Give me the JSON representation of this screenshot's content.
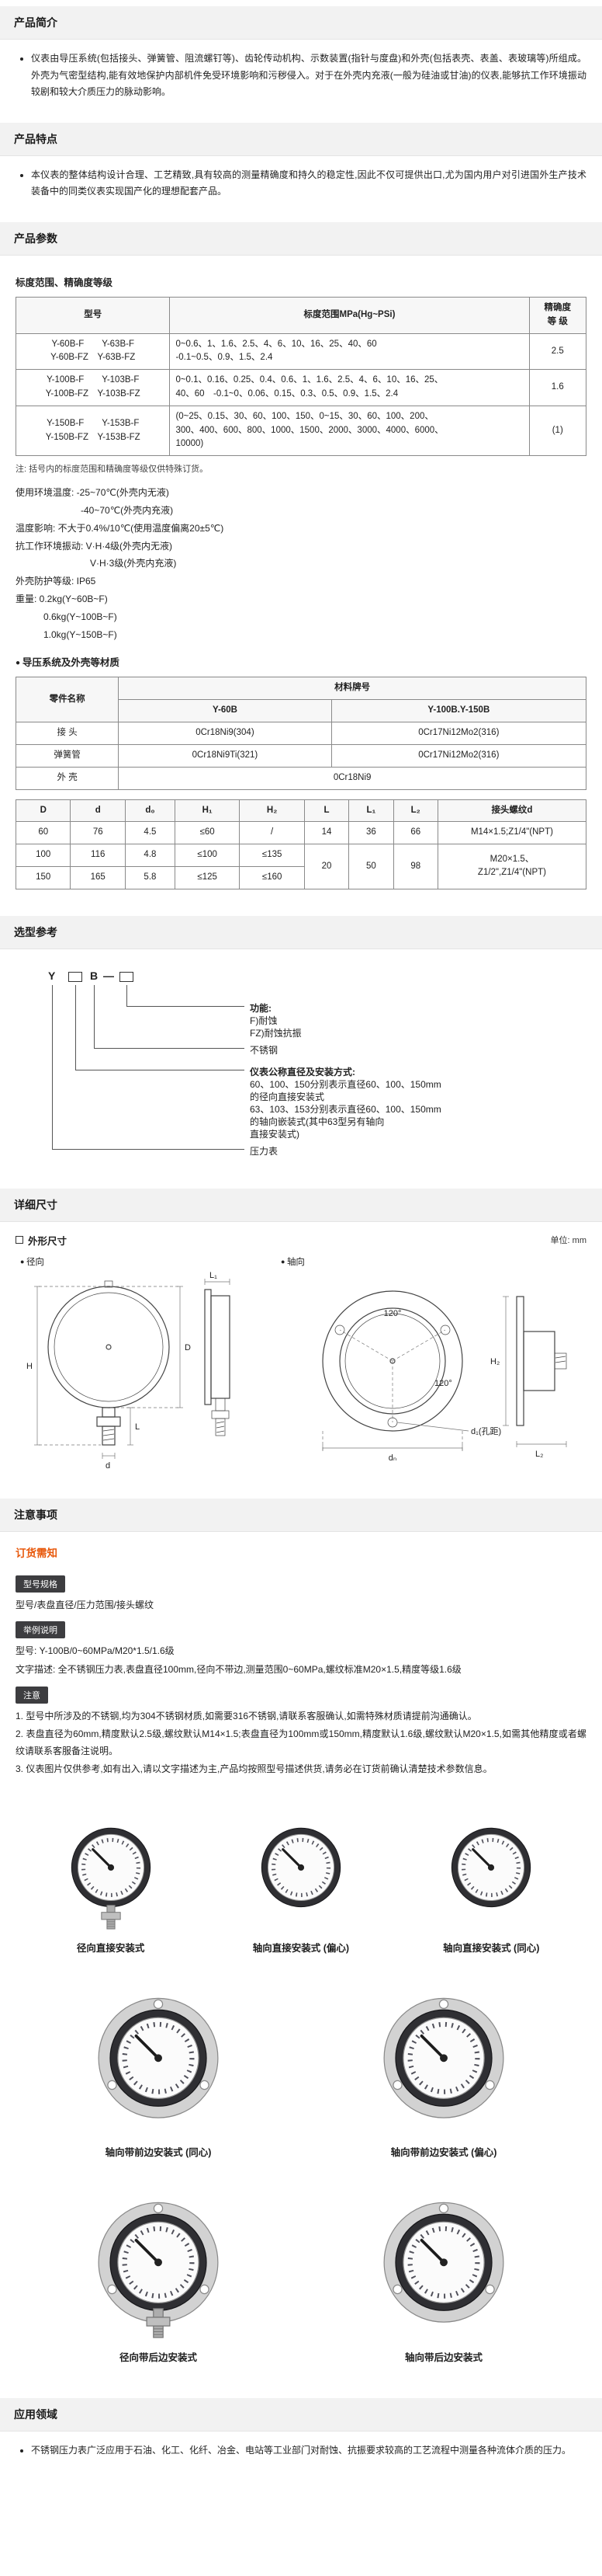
{
  "intro": {
    "title": "产品简介",
    "text": "仪表由导压系统(包括接头、弹簧管、阻流螺钉等)、齿轮传动机构、示数装置(指针与度盘)和外壳(包括表壳、表盖、表玻璃等)所组成。外壳为气密型结构,能有效地保护内部机件免受环境影响和污秽侵入。对于在外壳内充液(一般为硅油或甘油)的仪表,能够抗工作环境振动较剧和较大介质压力的脉动影响。"
  },
  "features": {
    "title": "产品特点",
    "text": "本仪表的整体结构设计合理、工艺精致,具有较高的测量精确度和持久的稳定性,因此不仅可提供出口,尤为国内用户对引进国外生产技术装备中的同类仪表实现国产化的理想配套产品。"
  },
  "params": {
    "title": "产品参数",
    "range_table": {
      "subtitle": "标度范围、精确度等级",
      "h_model": "型号",
      "h_range": "标度范围MPa(Hg~PSi)",
      "h_accuracy": "精确度\n等 级",
      "rows": [
        {
          "models": "Y-60B-F　　Y-63B-F\nY-60B-FZ　Y-63B-FZ",
          "range": "0~0.6、1、1.6、2.5、4、6、10、16、25、40、60\n-0.1~0.5、0.9、1.5、2.4",
          "acc": "2.5"
        },
        {
          "models": "Y-100B-F　　Y-103B-F\nY-100B-FZ　Y-103B-FZ",
          "range": "0~0.1、0.16、0.25、0.4、0.6、1、1.6、2.5、4、6、10、16、25、\n40、60　-0.1~0、0.06、0.15、0.3、0.5、0.9、1.5、2.4",
          "acc": "1.6"
        },
        {
          "models": "Y-150B-F　　Y-153B-F\nY-150B-FZ　Y-153B-FZ",
          "range": "(0~25、0.15、30、60、100、150、0~15、30、60、100、200、\n300、400、600、800、1000、1500、2000、3000、4000、6000、\n10000)",
          "acc": "(1)"
        }
      ],
      "note": "注: 括号内的标度范围和精确度等级仅供特殊订货。"
    },
    "spec_lines": [
      "使用环境温度: -25~70℃(外壳内无液)",
      "　　　　　　　-40~70℃(外壳内充液)",
      "温度影响: 不大于0.4%/10℃(使用温度偏离20±5℃)",
      "抗工作环境振动: V·H·4级(外壳内无液)",
      "　　　　　　　　V·H·3级(外壳内充液)",
      "外壳防护等级: IP65",
      "重量: 0.2kg(Y~60B~F)",
      "　　　0.6kg(Y~100B~F)",
      "　　　1.0kg(Y~150B~F)"
    ],
    "materials": {
      "subtitle": "导压系统及外壳等材质",
      "h_part": "零件名称",
      "h_grade": "材料牌号",
      "h_col1": "Y-60B",
      "h_col2": "Y-100B.Y-150B",
      "rows": [
        {
          "part": "接 头",
          "c1": "0Cr18Ni9(304)",
          "c2": "0Cr17Ni12Mo2(316)"
        },
        {
          "part": "弹簧管",
          "c1": "0Cr18Ni9Ti(321)",
          "c2": "0Cr17Ni12Mo2(316)"
        },
        {
          "part": "外 壳",
          "c1": "0Cr18Ni9"
        }
      ]
    },
    "dims": {
      "headers": [
        "D",
        "d",
        "d₀",
        "H₁",
        "H₂",
        "L",
        "L₁",
        "L₂",
        "接头螺纹d"
      ],
      "r1": [
        "60",
        "76",
        "4.5",
        "≤60",
        "/",
        "14",
        "36",
        "66",
        "M14×1.5;Z1/4\"(NPT)"
      ],
      "r2": [
        "100",
        "116",
        "4.8",
        "≤100",
        "≤135"
      ],
      "shared": [
        "20",
        "50",
        "98"
      ],
      "thread2": "M20×1.5、\nZ1/2\",Z1/4\"(NPT)",
      "r3": [
        "150",
        "165",
        "5.8",
        "≤125",
        "≤160"
      ]
    }
  },
  "selection": {
    "title": "选型参考",
    "formula": {
      "y": "Y",
      "b": "B",
      "dash": "—"
    },
    "labels": {
      "func_title": "功能:",
      "func_lines": "F)耐蚀\nFZ)耐蚀抗振",
      "steel": "不锈钢",
      "diameter_title": "仪表公称直径及安装方式:",
      "diameter_lines": "60、100、150分别表示直径60、100、150mm\n的径向直接安装式\n63、103、153分别表示直径60、100、150mm\n的轴向嵌装式(其中63型另有轴向\n直接安装式)",
      "gauge": "压力表"
    }
  },
  "detail": {
    "title": "详细尺寸",
    "legend": "外形尺寸",
    "unit": "单位: mm",
    "radial_label": "径向",
    "axial_label": "轴向",
    "radial_dims": {
      "H": "H",
      "D": "D",
      "d": "d",
      "L": "L",
      "L1": "L₁"
    },
    "axial_dims": {
      "a1": "120°",
      "a2": "120°",
      "dn": "dₙ",
      "d1": "d₁(孔距)",
      "L2": "L₂",
      "H2": "H₂"
    }
  },
  "notes": {
    "title": "注意事项",
    "order_title": "订货需知",
    "badge1": "型号规格",
    "line1": "型号/表盘直径/压力范围/接头螺纹",
    "badge2": "举例说明",
    "line2a": "型号: Y-100B/0~60MPa/M20*1.5/1.6级",
    "line2b": "文字描述: 全不锈钢压力表,表盘直径100mm,径向不带边,测量范围0~60MPa,螺纹标准M20×1.5,精度等级1.6级",
    "badge3": "注意",
    "note_lines": [
      "1. 型号中所涉及的不锈钢,均为304不锈钢材质,如需要316不锈钢,请联系客服确认,如需特殊材质请提前沟通确认。",
      "2. 表盘直径为60mm,精度默认2.5级,螺纹默认M14×1.5;表盘直径为100mm或150mm,精度默认1.6级,螺纹默认M20×1.5,如需其他精度或者螺纹请联系客服备注说明。",
      "3. 仪表图片仅供参考,如有出入,请以文字描述为主,产品均按照型号描述供货,请务必在订货前确认清楚技术参数信息。"
    ]
  },
  "gauges": {
    "items": [
      {
        "caption": "径向直接安装式",
        "variant": "radial"
      },
      {
        "caption": "轴向直接安装式 (偏心)",
        "variant": "axial"
      },
      {
        "caption": "轴向直接安装式 (同心)",
        "variant": "axial"
      },
      {
        "caption": "轴向带前边安装式 (同心)",
        "variant": "front"
      },
      {
        "caption": "轴向带前边安装式 (偏心)",
        "variant": "front"
      },
      {
        "caption": "径向带后边安装式",
        "variant": "radial-back"
      },
      {
        "caption": "轴向带后边安装式",
        "variant": "back"
      }
    ]
  },
  "application": {
    "title": "应用领域",
    "text": "不锈钢压力表广泛应用于石油、化工、化纤、冶金、电站等工业部门对耐蚀、抗振要求较高的工艺流程中测量各种流体介质的压力。"
  }
}
